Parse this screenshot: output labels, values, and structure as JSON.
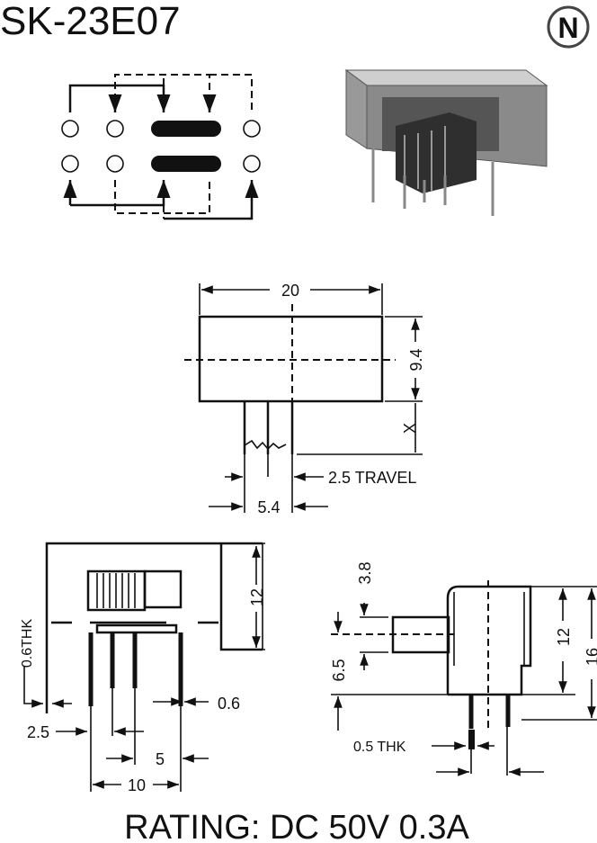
{
  "title": "SK-23E07",
  "logo": {
    "letter": "N"
  },
  "dimensions": {
    "body_width": "20",
    "body_height": "9.4",
    "actuator_extension": "X",
    "travel": "2.5 TRAVEL",
    "actuator_width": "5.4",
    "front_height": "12",
    "pin_thickness": "0.6THK",
    "pin_offset": "2.5",
    "pin_width": "0.6",
    "pin_pitch": "5",
    "pin_span": "10",
    "side_actuator_width": "3.8",
    "side_actuator_height": "6.5",
    "side_body_height": "12",
    "side_total_height": "16",
    "side_pin_thickness": "0.5 THK"
  },
  "rating": "RATING: DC 50V 0.3A"
}
